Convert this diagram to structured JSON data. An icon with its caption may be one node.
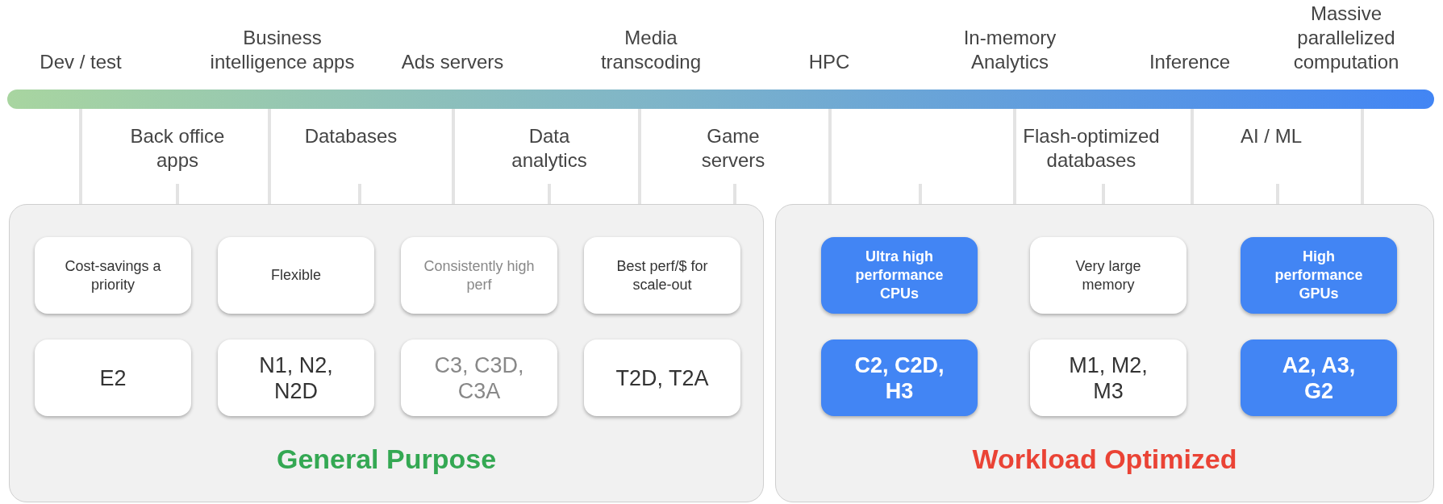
{
  "diagram": {
    "nodes": [
      {
        "text": [
          "General Purpose"
        ]
      },
      {
        "text": [
          "Cost-savings a priority"
        ],
        "in": 0
      },
      {
        "text": [
          "Flexible"
        ],
        "in": 0
      },
      {
        "text": [
          "Consistently high perf"
        ],
        "in": 0
      },
      {
        "text": [
          "Best perf/$ for scale-out"
        ],
        "in": 0
      },
      {
        "text": [
          "E2"
        ],
        "in": 0
      },
      {
        "text": [
          "N1, N2, N2D"
        ],
        "in": 0
      },
      {
        "text": [
          "C3, C3D, C3A"
        ],
        "in": 0
      },
      {
        "text": [
          "T2D, T2A"
        ],
        "in": 0
      },
      {
        "text": [
          "Workload Optimized"
        ]
      },
      {
        "text": [
          "Ultra high performance CPUs"
        ],
        "in": 9
      },
      {
        "text": [
          "Very large memory"
        ],
        "in": 9
      },
      {
        "text": [
          "High performance GPUs"
        ],
        "in": 9
      },
      {
        "text": [
          "C2, C2D, H3"
        ],
        "in": 9
      },
      {
        "text": [
          "M1, M2, M3"
        ],
        "in": 9
      },
      {
        "text": [
          "A2, A3, G2"
        ],
        "in": 9
      }
    ],
    "labels": [
      "Massive parallelized computation",
      "Business intelligence apps",
      "Media transcoding",
      "In-memory Analytics",
      "Dev / test",
      "Ads servers",
      "HPC",
      "Inference",
      "Back office apps",
      "Databases",
      "Data analytics",
      "Game servers",
      "Flash-optimized databases",
      "AI / ML"
    ]
  }
}
